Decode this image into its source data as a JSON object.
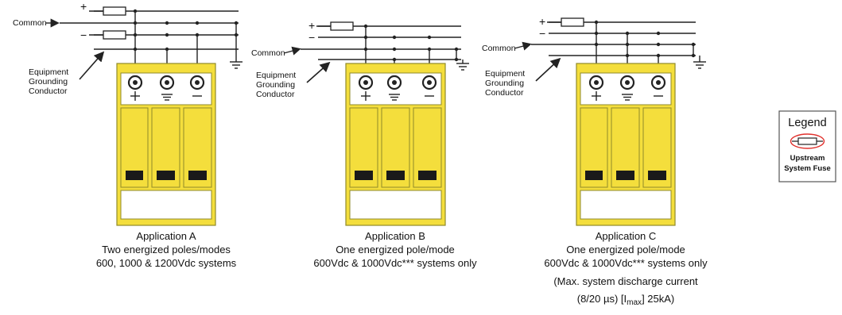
{
  "signs": {
    "plus": "+",
    "minus": "−"
  },
  "labels": {
    "common": "Common",
    "egc": [
      "Equipment",
      "Grounding",
      "Conductor"
    ]
  },
  "applications": [
    {
      "title": "Application A",
      "lines": [
        "Two energized poles/modes",
        "600, 1000 & 1200Vdc systems"
      ]
    },
    {
      "title": "Application B",
      "lines": [
        "One energized pole/mode",
        "600Vdc & 1000Vdc*** systems only"
      ]
    },
    {
      "title": "Application C",
      "lines": [
        "One energized pole/mode",
        "600Vdc & 1000Vdc*** systems only",
        "(Max. system discharge current"
      ],
      "footnote": {
        "before": "(8/20 µs) [I",
        "sub": "max",
        "after": "] 25kA)"
      }
    }
  ],
  "legend": {
    "title": "Legend",
    "lines": [
      "Upstream",
      "System Fuse"
    ]
  },
  "colors": {
    "device_yellow": "#f4de3c",
    "device_outline": "#8f8a2a",
    "wire": "#222222",
    "legend_ring": "#e0302c",
    "indicator": "#1a1a1a"
  }
}
